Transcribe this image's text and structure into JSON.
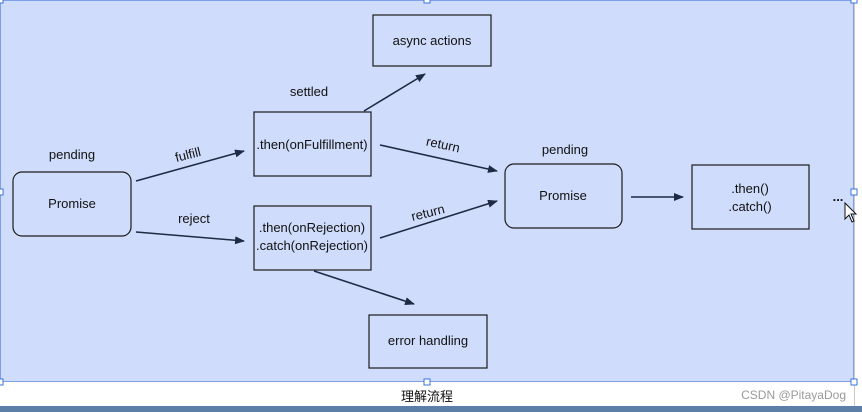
{
  "diagram": {
    "nodes": {
      "promise_start": "Promise",
      "then_fulfill": ".then(onFulfillment)",
      "then_reject_line1": ".then(onRejection)",
      "then_reject_line2": ".catch(onRejection)",
      "async_actions": "async actions",
      "error_handling": "error handling",
      "promise_mid": "Promise",
      "then_catch_line1": ".then()",
      "then_catch_line2": ".catch()"
    },
    "labels": {
      "pending_left": "pending",
      "settled": "settled",
      "fulfill": "fulfill",
      "reject": "reject",
      "return_top": "return",
      "return_bottom": "return",
      "pending_mid": "pending",
      "ellipsis": "..."
    }
  },
  "caption": "理解流程",
  "watermark": "CSDN @PitayaDog",
  "colors": {
    "canvas_bg": "#cfdcfb",
    "selection_handle": "#3a74d8"
  },
  "icons": {
    "cursor": "mouse-pointer-icon"
  }
}
